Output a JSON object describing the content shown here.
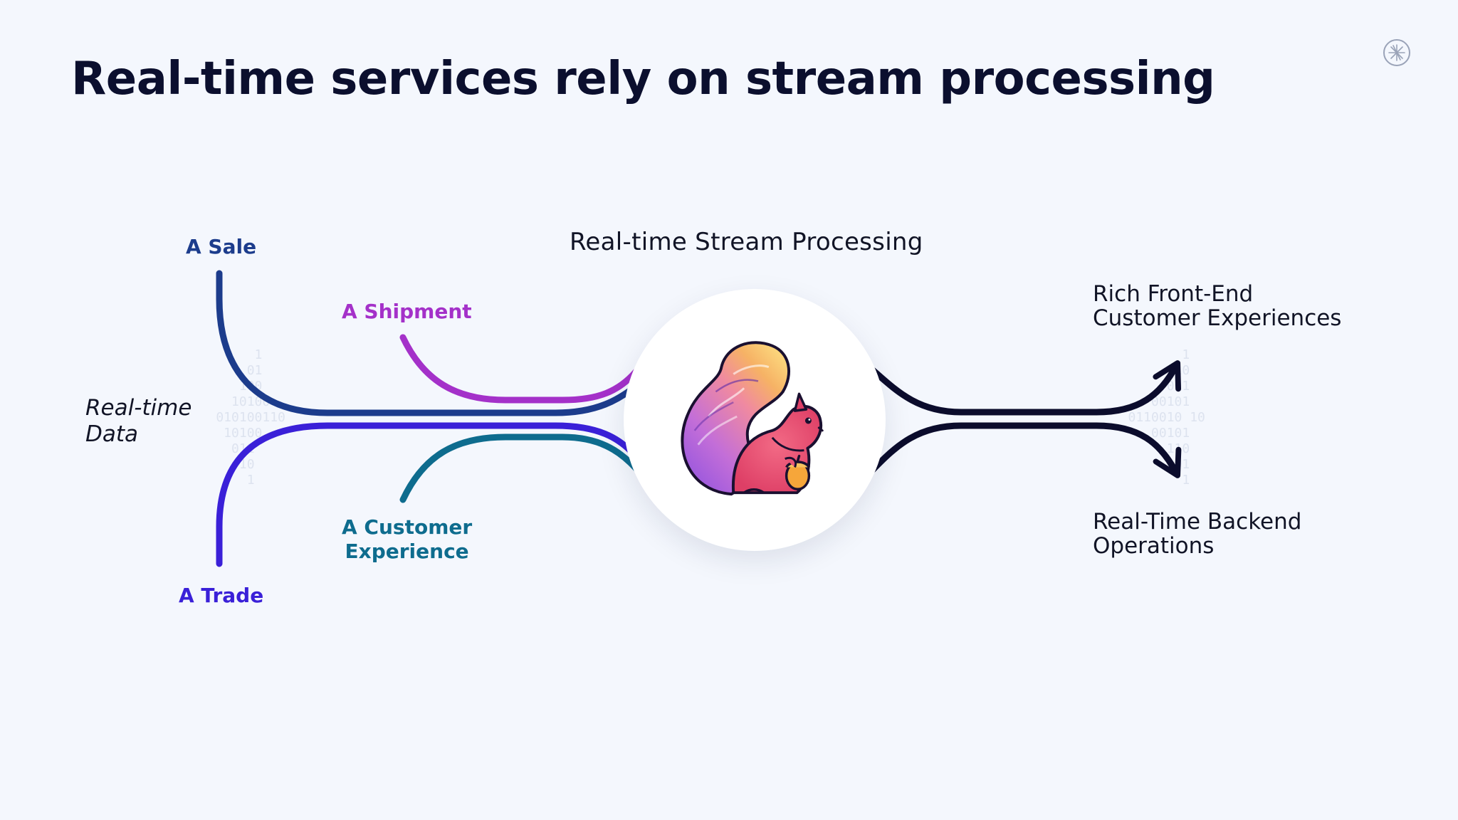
{
  "slide": {
    "title": "Real-time services rely on stream processing"
  },
  "diagram": {
    "center_label": "Real-time Stream Processing",
    "source_group_label_line1": "Real-time",
    "source_group_label_line2": "Data",
    "inputs": [
      {
        "id": "sale",
        "label": "A Sale",
        "color": "#1c3c8c"
      },
      {
        "id": "shipment",
        "label": "A Shipment",
        "color": "#a431c9"
      },
      {
        "id": "trade",
        "label": "A Trade",
        "color": "#3a20d8"
      },
      {
        "id": "customer",
        "label_line1": "A Customer",
        "label_line2": "Experience",
        "color": "#0e6c8e"
      }
    ],
    "outputs": [
      {
        "id": "frontend",
        "label_line1": "Rich Front-End",
        "label_line2": "Customer Experiences",
        "color": "#0b0c2c"
      },
      {
        "id": "backend",
        "label_line1": "Real-Time Backend",
        "label_line2": "Operations",
        "color": "#0b0c2c"
      }
    ],
    "binary_left": "         1\n        01\n       100\n      10100\n    010100110\n     10100\n      011\n       10\n        1",
    "binary_right": "          1\n         10\n        001\n      00101\n   0110010 10\n      00101\n        110\n         01\n          1"
  },
  "icons": {
    "center": "flink-squirrel-icon",
    "brand": "brand-logo-icon"
  }
}
